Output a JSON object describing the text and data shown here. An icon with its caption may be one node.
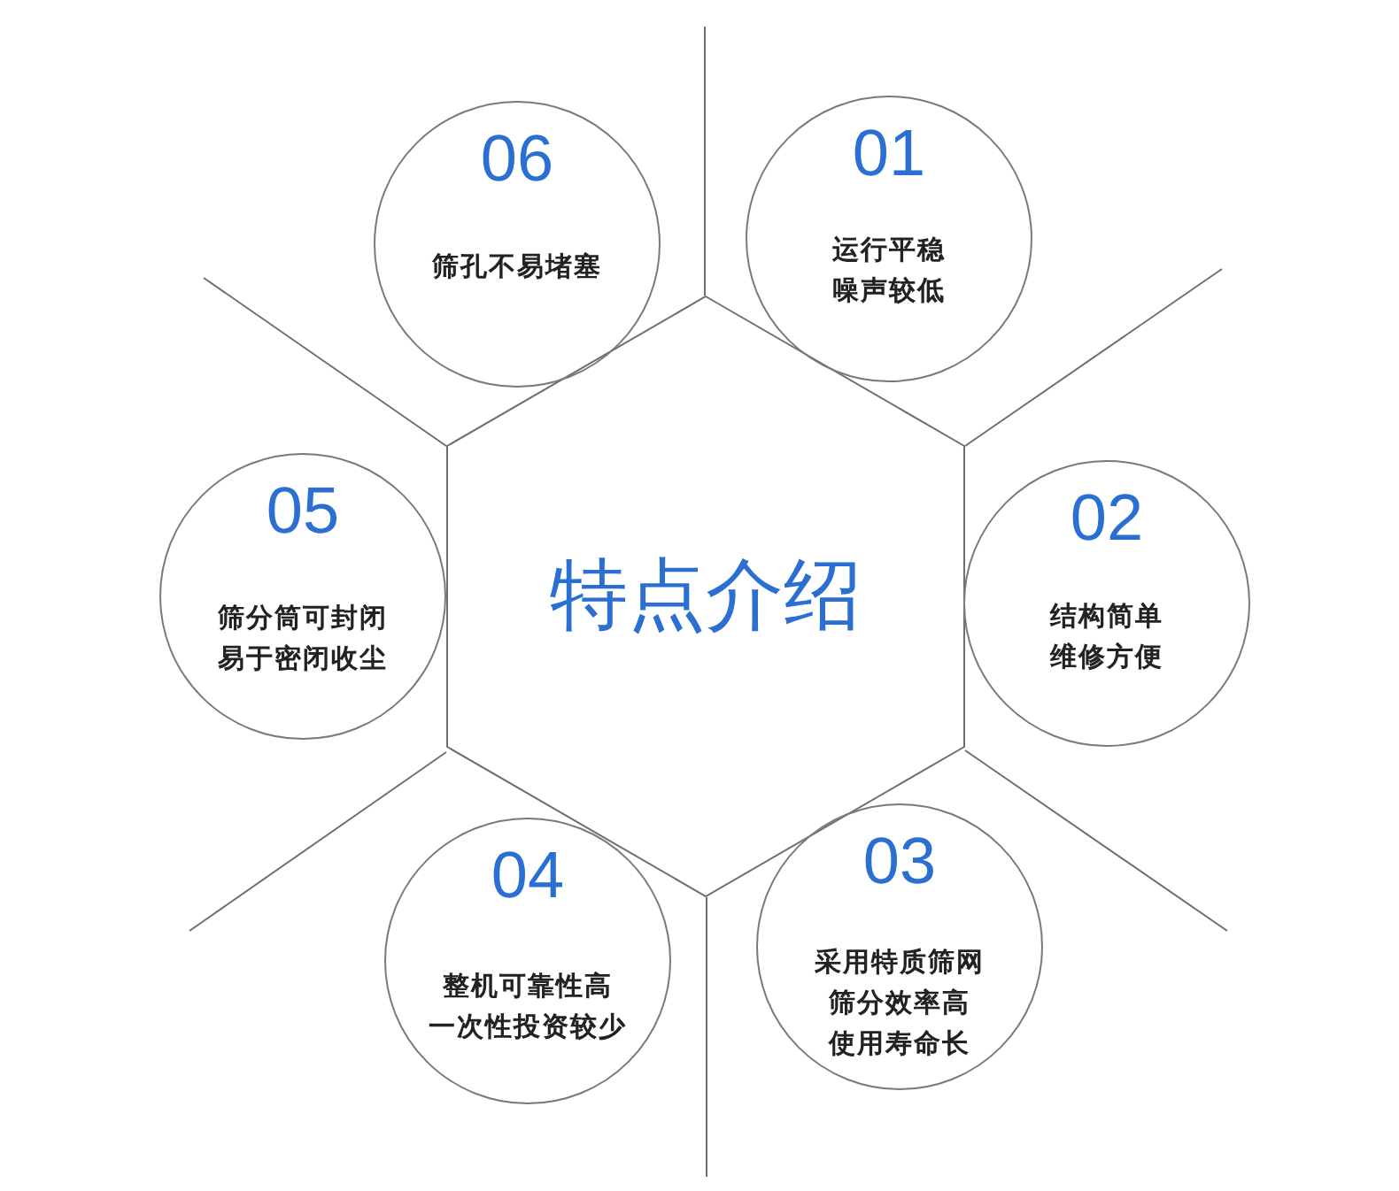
{
  "diagram": {
    "nodes": [
      {
        "text": [
          "特点介绍"
        ]
      },
      {
        "text": [
          "01",
          "运行平稳噪声较低"
        ]
      },
      {
        "text": [
          "02",
          "结构简单维修方便"
        ]
      },
      {
        "text": [
          "03",
          "采用特质筛网筛分效率高使用寿命长"
        ]
      },
      {
        "text": [
          "04",
          "整机可靠性高一次性投资较少"
        ]
      },
      {
        "text": [
          "05",
          "筛分筒可封闭易于密闭收尘"
        ]
      },
      {
        "text": [
          "06",
          "筛孔不易堵塞"
        ]
      }
    ]
  }
}
